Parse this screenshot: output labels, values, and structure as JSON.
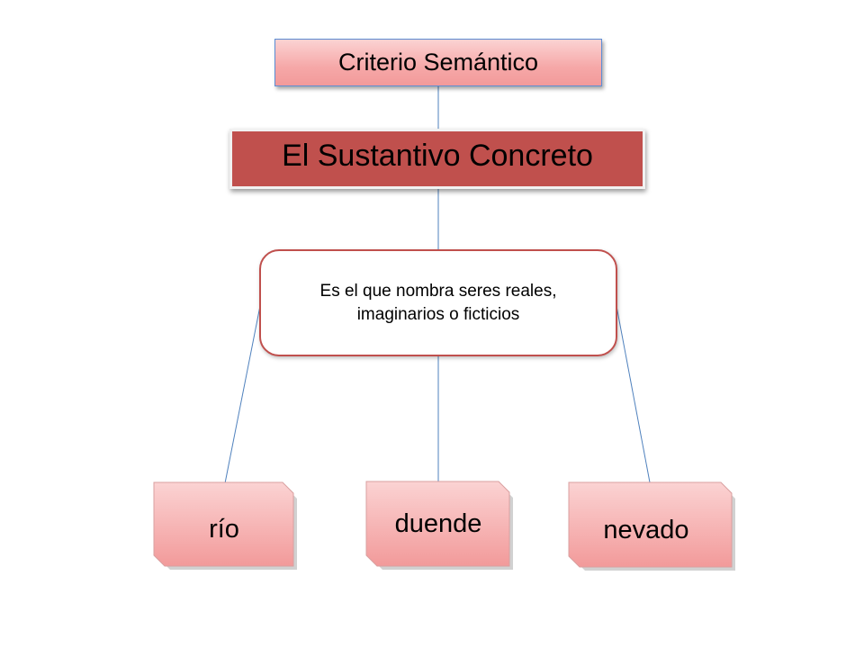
{
  "diagram": {
    "header": "Criterio Semántico",
    "title": "El Sustantivo Concreto",
    "definition_line1": "Es el que nombra seres reales,",
    "definition_line2": "imaginarios o ficticios",
    "examples": [
      "río",
      "duende",
      "nevado"
    ]
  },
  "colors": {
    "connector": "#4f81bd",
    "title_fill": "#c0504d",
    "box_border": "#c0504d",
    "pink_light": "#fbd3d3",
    "pink_dark": "#f29a9a"
  }
}
